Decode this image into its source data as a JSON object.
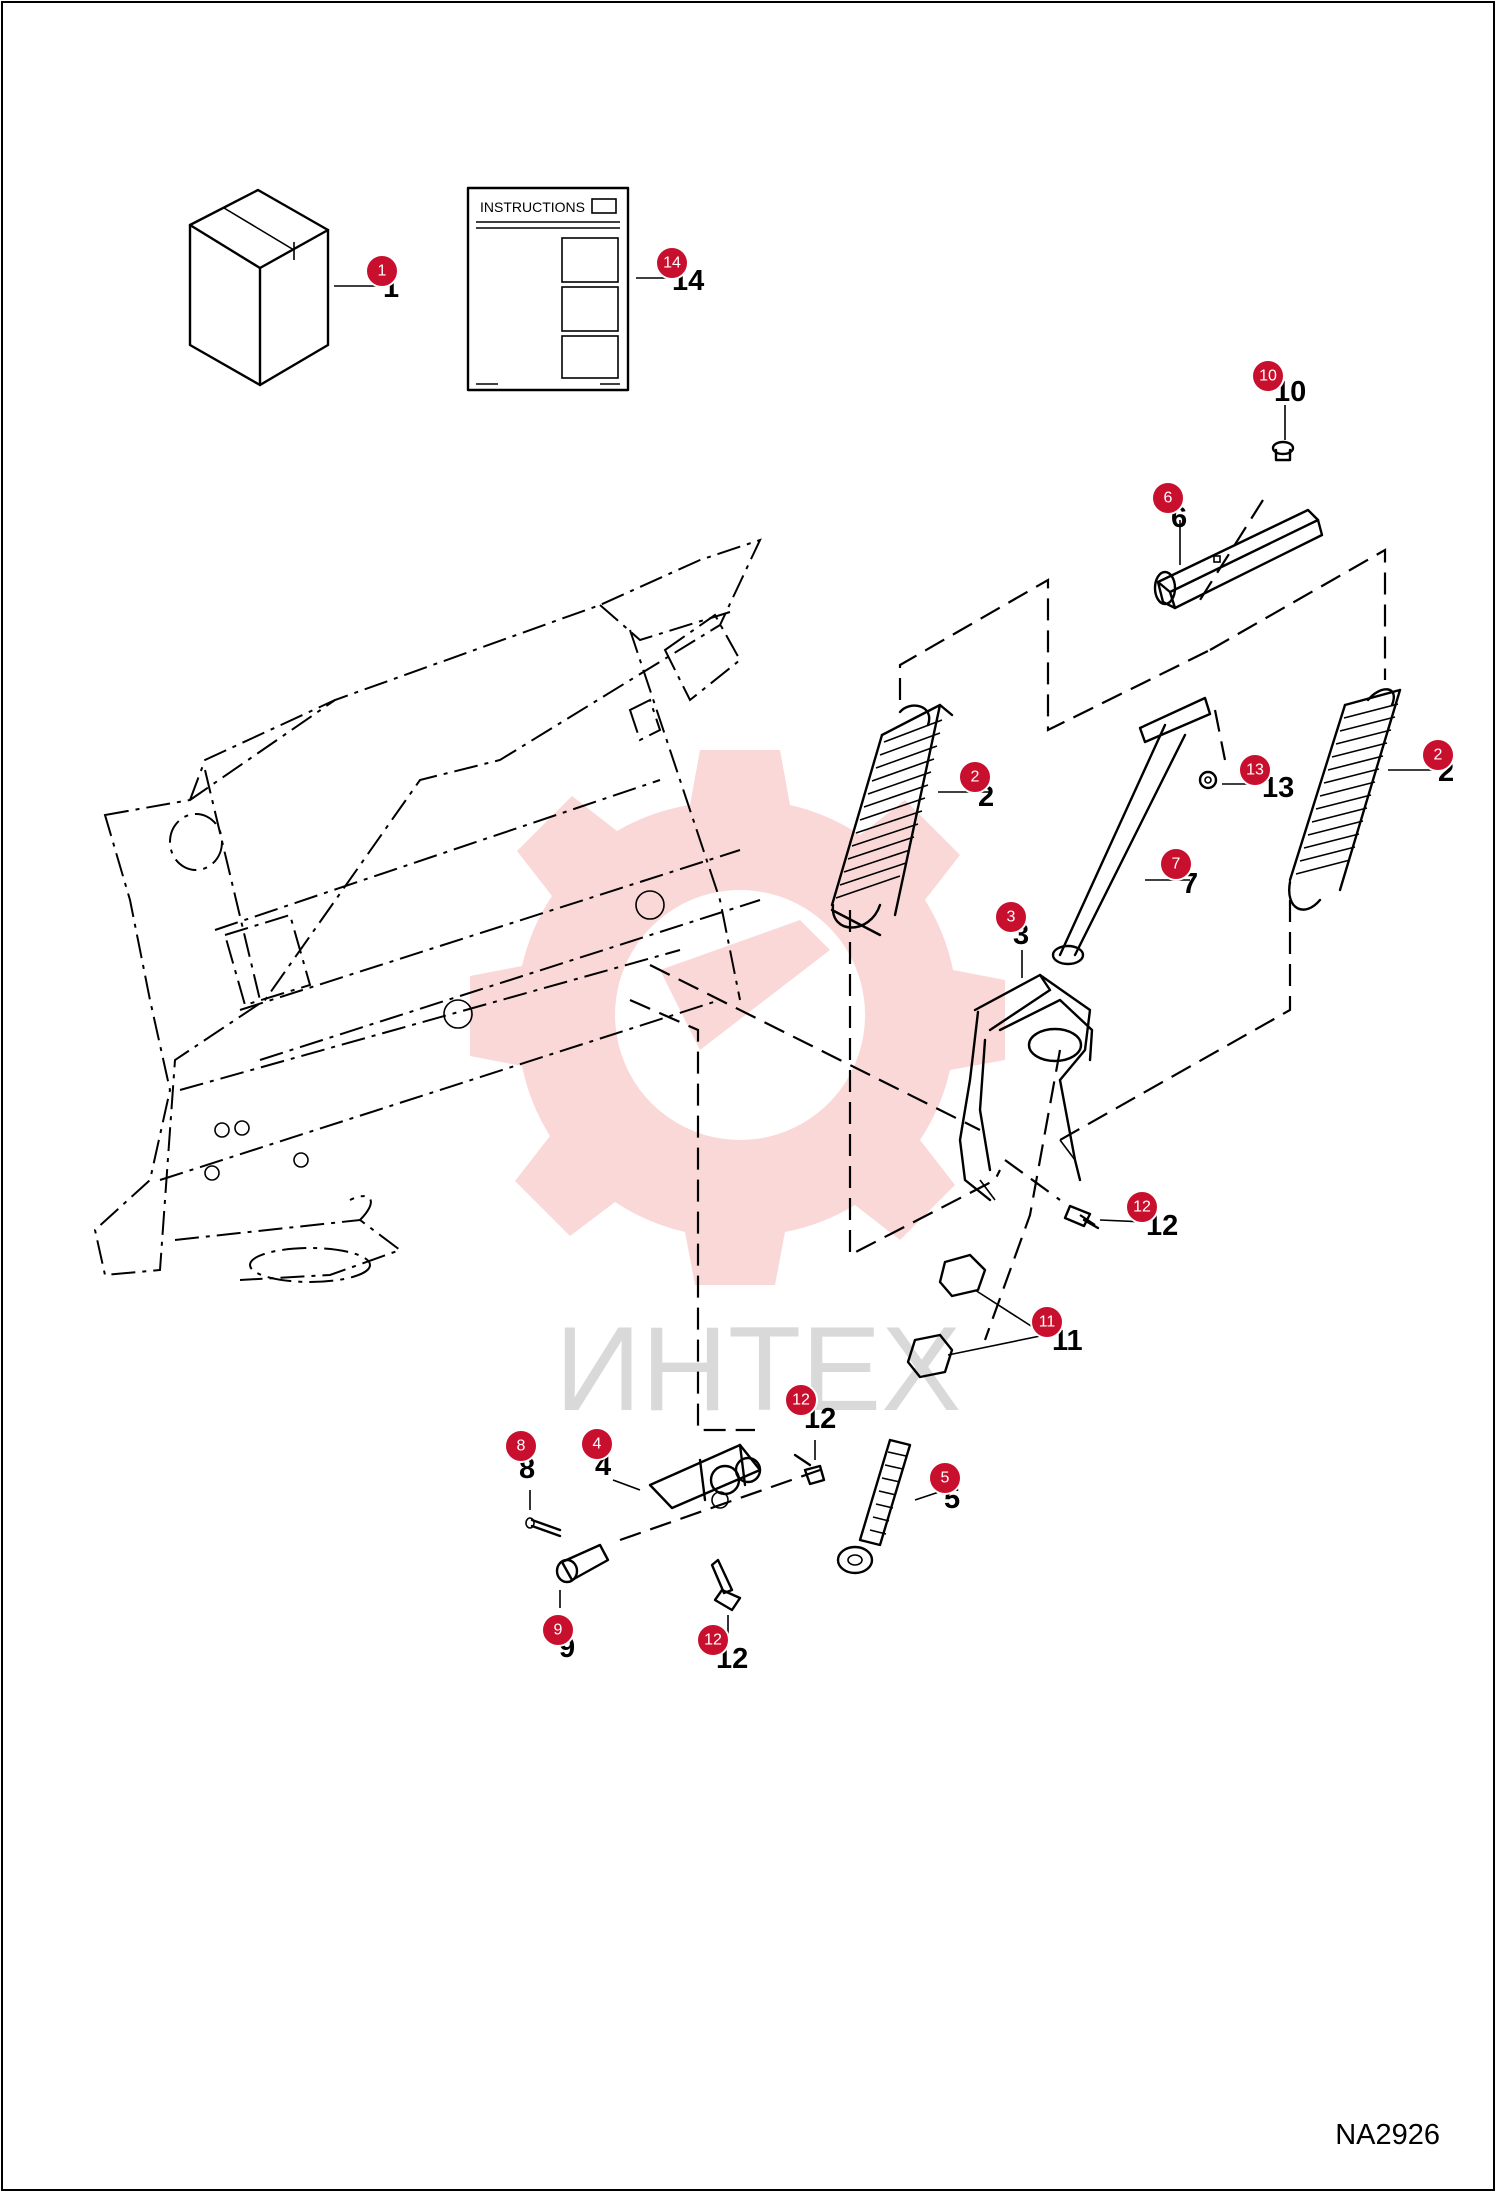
{
  "drawing_code": "NA2926",
  "watermark": "ИНТЕХ",
  "instructions_label": "INSTRUCTIONS",
  "colors": {
    "badge": "#c8102e",
    "watermark_gear": "#f5b8b8",
    "line": "#000000"
  },
  "callouts": [
    {
      "id": "callout-1",
      "badge": "1",
      "label": "1"
    },
    {
      "id": "callout-14",
      "badge": "14",
      "label": "14"
    },
    {
      "id": "callout-10",
      "badge": "10",
      "label": "10"
    },
    {
      "id": "callout-6",
      "badge": "6",
      "label": "6"
    },
    {
      "id": "callout-2a",
      "badge": "2",
      "label": "2"
    },
    {
      "id": "callout-13",
      "badge": "13",
      "label": "13"
    },
    {
      "id": "callout-2b",
      "badge": "2",
      "label": "2"
    },
    {
      "id": "callout-7",
      "badge": "7",
      "label": "7"
    },
    {
      "id": "callout-3",
      "badge": "3",
      "label": "3"
    },
    {
      "id": "callout-12a",
      "badge": "12",
      "label": "12"
    },
    {
      "id": "callout-11",
      "badge": "11",
      "label": "11"
    },
    {
      "id": "callout-12b",
      "badge": "12",
      "label": "12"
    },
    {
      "id": "callout-8",
      "badge": "8",
      "label": "8"
    },
    {
      "id": "callout-4",
      "badge": "4",
      "label": "4"
    },
    {
      "id": "callout-5",
      "badge": "5",
      "label": "5"
    },
    {
      "id": "callout-9",
      "badge": "9",
      "label": "9"
    },
    {
      "id": "callout-12c",
      "badge": "12",
      "label": "12"
    }
  ]
}
